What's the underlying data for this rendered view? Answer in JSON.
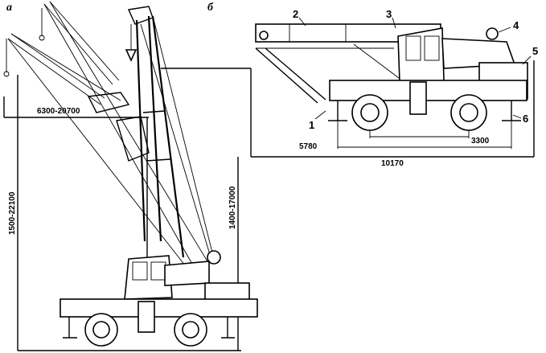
{
  "panels": {
    "a": {
      "label": "а",
      "dim_reach": "6300-20700",
      "dim_hook_height": "1500-22100",
      "dim_boom_height": "1400-17000"
    },
    "b": {
      "label": "б",
      "dim_base": "5780",
      "dim_wheelbase": "3300",
      "dim_length": "10170",
      "callouts": [
        "1",
        "2",
        "3",
        "4",
        "5",
        "6"
      ]
    }
  }
}
